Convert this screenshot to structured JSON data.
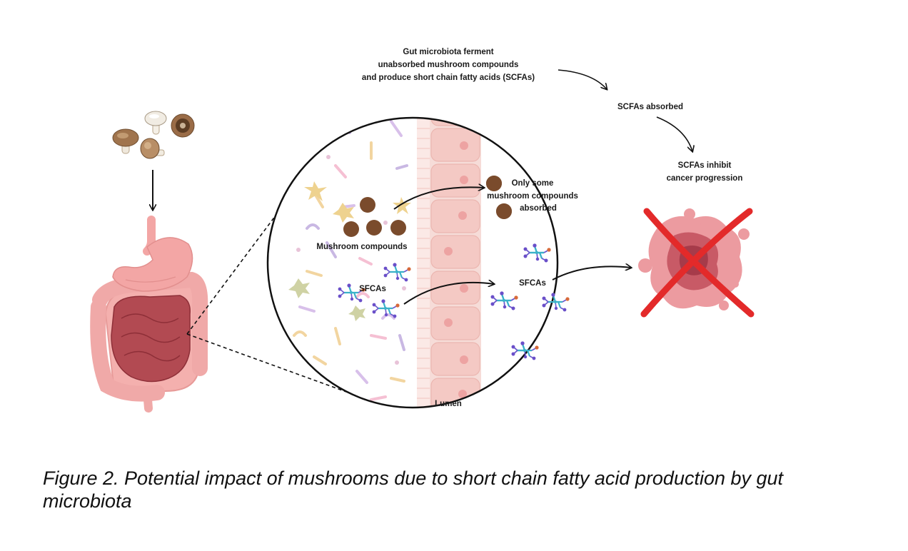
{
  "labels": {
    "ferment_line1": "Gut microbiota ferment",
    "ferment_line2": "unabsorbed mushroom compounds",
    "ferment_line3": "and produce short chain fatty acids (SCFAs)",
    "scfas_absorbed": "SCFAs absorbed",
    "inhibit_line1": "SCFAs inhibit",
    "inhibit_line2": "cancer progression",
    "only_some_line1": "Only some",
    "only_some_line2": "mushroom compounds",
    "only_some_line3": "absorbed",
    "mushroom_compounds": "Mushroom compounds",
    "sfcas_left": "SFCAs",
    "sfcas_right": "SFCAs",
    "lumen": "Lumen"
  },
  "caption": "Figure 2. Potential impact of mushrooms due to short chain fatty acid production by gut microbiota",
  "icons": [
    "mushroom-icon",
    "gut-icon",
    "molecule-icon",
    "tumor-icon",
    "cross-out-icon"
  ],
  "colors": {
    "compound": "#7a4b2c",
    "intestine_small": "#b24a52",
    "intestine_large": "#f0a9a8",
    "stomach": "#f3a6a5",
    "epithelium": "#f5d0cc",
    "cross": "#e32a2a",
    "tumor": "#e98f95"
  }
}
